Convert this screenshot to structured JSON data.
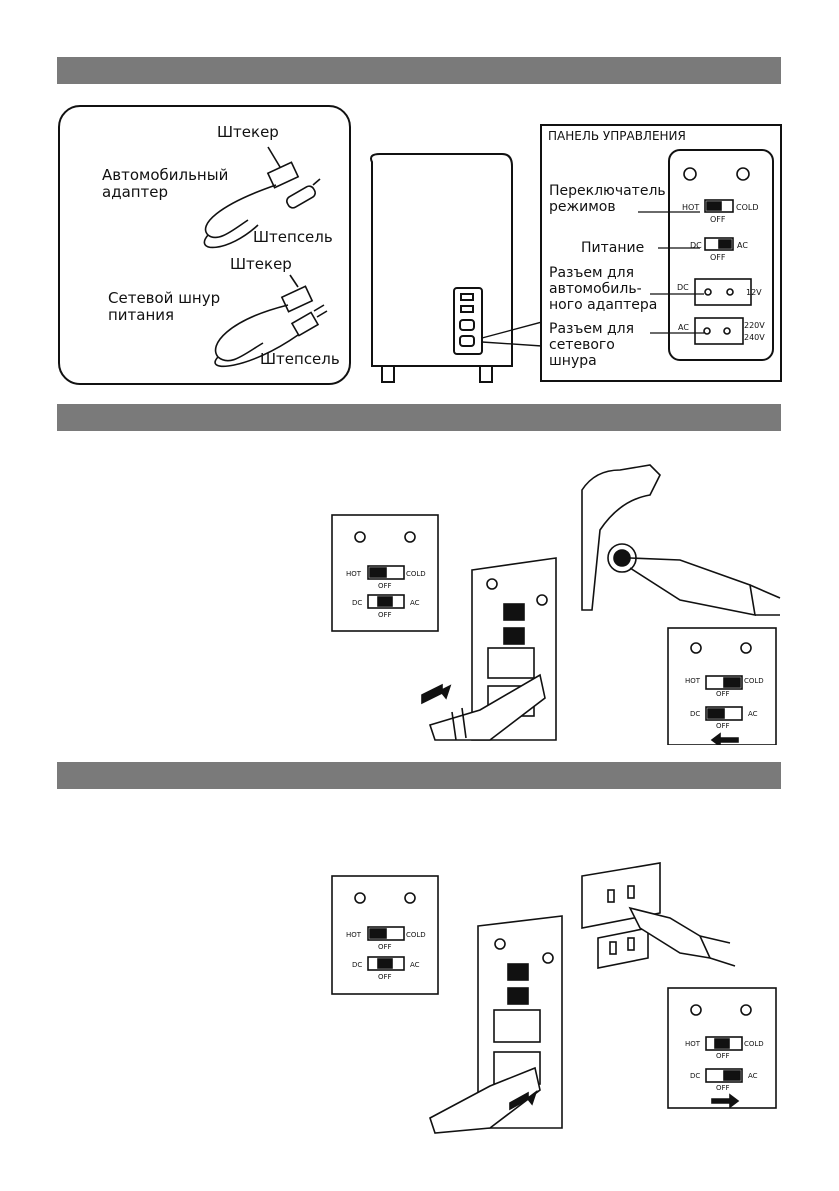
{
  "accessories": {
    "plug_top": "Штекер",
    "car_adapter_line1": "Автомобильный",
    "car_adapter_line2": "адаптер",
    "socket_top": "Штепсель",
    "plug_bottom": "Штекер",
    "power_cord_line1": "Сетевой шнур",
    "power_cord_line2": "питания",
    "socket_bottom": "Штепсель"
  },
  "control_panel": {
    "title": "ПАНЕЛЬ УПРАВЛЕНИЯ",
    "mode_switch_line1": "Переключатель",
    "mode_switch_line2": "режимов",
    "power_label": "Питание",
    "car_socket_line1": "Разъем для",
    "car_socket_line2": "автомобиль-",
    "car_socket_line3": "ного адаптера",
    "mains_socket_line1": "Разъем для",
    "mains_socket_line2": "сетевого",
    "mains_socket_line3": "шнура"
  },
  "switch_labels": {
    "hot": "HOT",
    "cold": "COLD",
    "off": "OFF",
    "dc": "DC",
    "ac": "AC",
    "v12": "12V",
    "v220": "220V",
    "v240": "240V"
  },
  "colors": {
    "section_bar": "#7a7a7a",
    "line": "#111111"
  }
}
